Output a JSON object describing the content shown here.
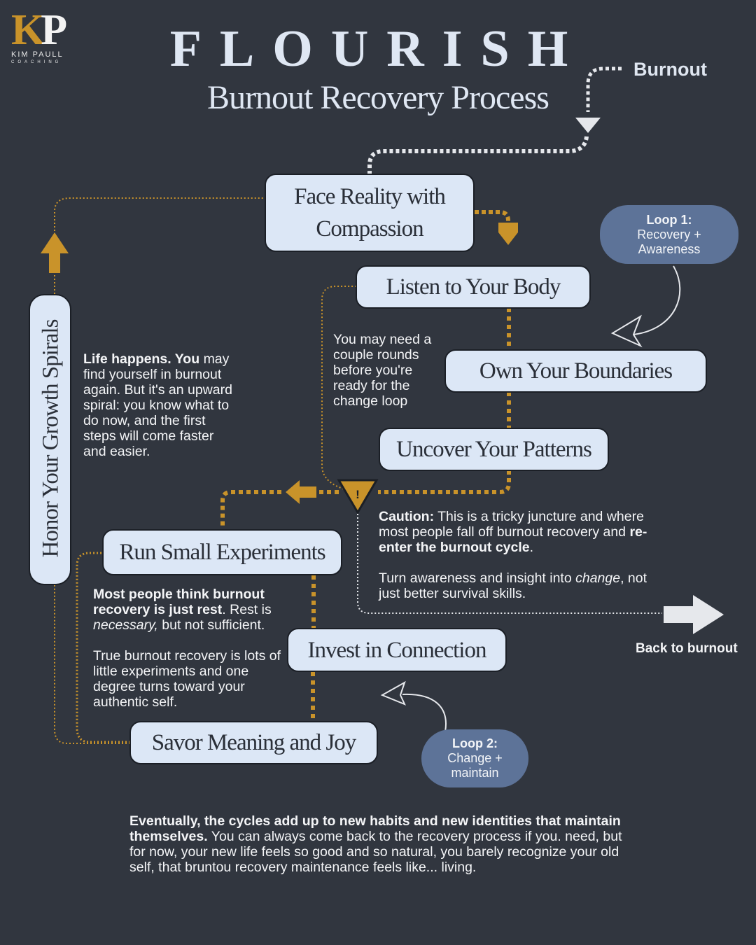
{
  "logo": {
    "letters_k": "K",
    "letters_p": "P",
    "name": "KIM PAULL",
    "tagline": "COACHING"
  },
  "header": {
    "title": "FLOURISH",
    "subtitle": "Burnout Recovery Process"
  },
  "entry_label": "Burnout",
  "steps": [
    {
      "id": "face",
      "label": "Face Reality with Compassion"
    },
    {
      "id": "listen",
      "label": "Listen to Your Body"
    },
    {
      "id": "own",
      "label": "Own Your Boundaries"
    },
    {
      "id": "uncover",
      "label": "Uncover Your Patterns"
    },
    {
      "id": "run",
      "label": "Run Small Experiments"
    },
    {
      "id": "invest",
      "label": "Invest in Connection"
    },
    {
      "id": "savor",
      "label": "Savor Meaning and Joy"
    }
  ],
  "side_step": {
    "label": "Honor Your Growth Spirals"
  },
  "loops": [
    {
      "title": "Loop 1:",
      "line1": "Recovery +",
      "line2": "Awareness"
    },
    {
      "title": "Loop 2:",
      "line1": "Change +",
      "line2": "maintain"
    }
  ],
  "notes": {
    "rounds": "You may need a couple rounds before you're ready for the change loop",
    "life_bold": "Life happens. You",
    "life_rest": "may find yourself in burnout again. But it's an upward spiral: you know what to do now, and the first steps will come faster and easier.",
    "caution_bold": "Caution:",
    "caution_text1": "  This is a tricky juncture and where most people fall off burnout recovery and ",
    "caution_bold2": "re-enter the burnout cycle",
    "caution_end": ".",
    "caution_p2a": "Turn awareness and insight into ",
    "caution_p2em": "change",
    "caution_p2b": ", not just better survival skills.",
    "rest_bold": "Most people think burnout recovery is just rest",
    "rest_a": ". Rest is ",
    "rest_em": "necessary,",
    "rest_b": " but not sufficient.",
    "true_text": "True burnout recovery is lots of little experiments and one degree turns toward your authentic self."
  },
  "caution_glyph": "!",
  "back_label": "Back to burnout",
  "footer": {
    "bold": "Eventually, the cycles add up to new habits and new identities that maintain themselves.",
    "rest": "  You can always come back to the recovery process if you. need, but for now, your new life feels so good and so natural, you barely recognize your old self, that bruntou recovery maintenance feels like... living."
  },
  "colors": {
    "background": "#31363f",
    "box": "#dce7f6",
    "accent": "#c9932a",
    "loop": "#5d7398",
    "text": "#f4f5f7"
  }
}
